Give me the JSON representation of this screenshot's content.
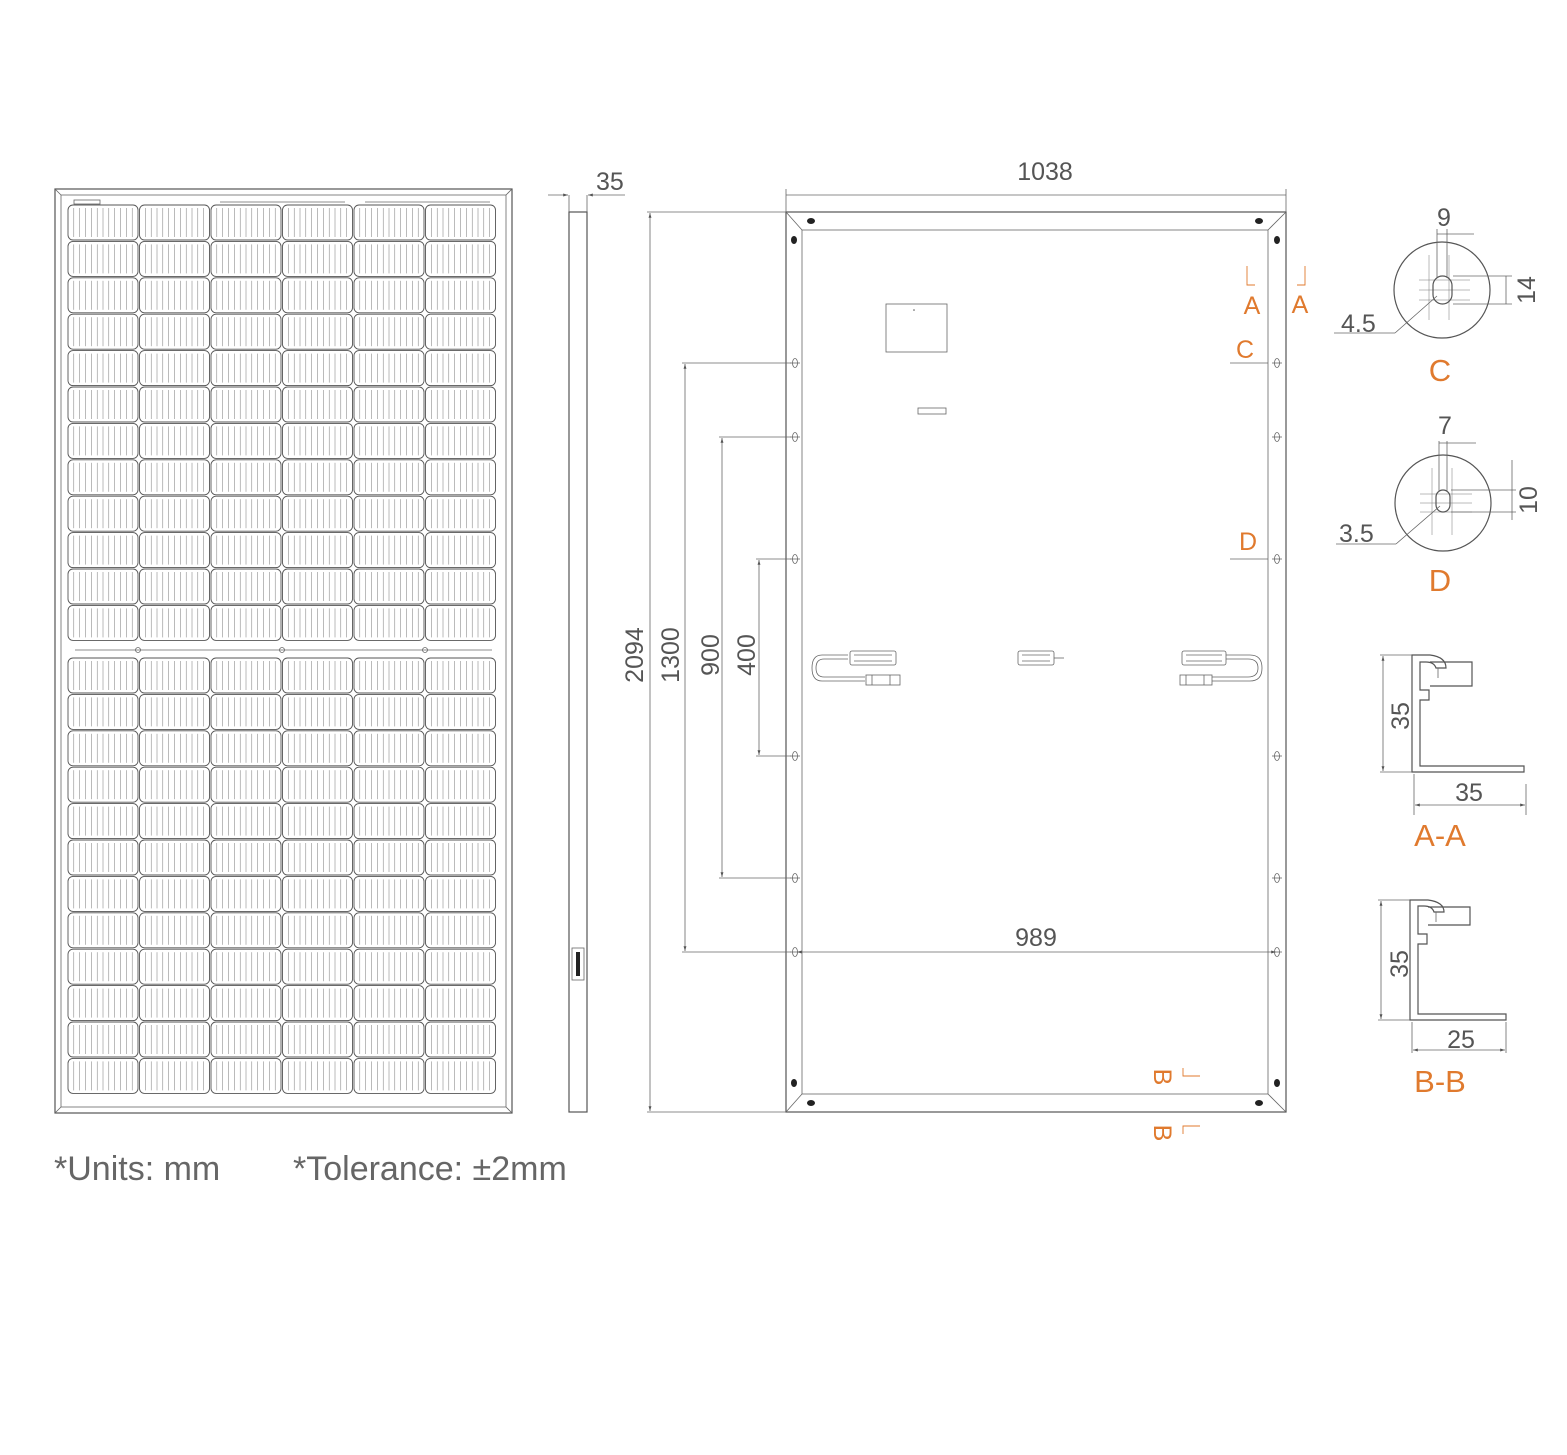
{
  "colors": {
    "line": "#555555",
    "accent": "#e07a2e"
  },
  "dimensions": {
    "width": "1038",
    "thickness": "35",
    "length": "2094",
    "mount_1300": "1300",
    "mount_900": "900",
    "mount_400": "400",
    "mount_width": "989",
    "c_width": "9",
    "c_height": "14",
    "c_diameter": "4.5",
    "d_width": "7",
    "d_height": "10",
    "d_diameter": "3.5",
    "aa_height": "35",
    "aa_width": "35",
    "bb_height": "35",
    "bb_width": "25"
  },
  "section_marks": {
    "a": "A",
    "b": "B",
    "c": "C",
    "d": "D"
  },
  "detail_labels": {
    "c": "C",
    "d": "D",
    "aa": "A-A",
    "bb": "B-B"
  },
  "notes": {
    "units": "*Units: mm",
    "tolerance": "*Tolerance: ±2mm"
  }
}
